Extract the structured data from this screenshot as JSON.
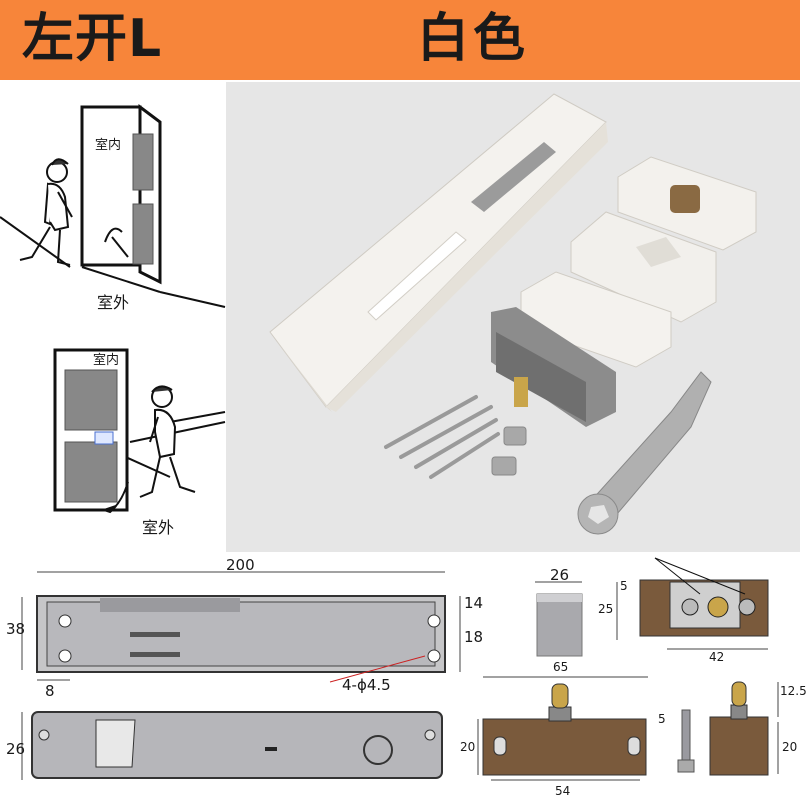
{
  "header": {
    "left_label": "左开L",
    "right_label": "白色"
  },
  "scene": {
    "top": {
      "indoor": "室内",
      "outdoor": "室外"
    },
    "bottom": {
      "indoor": "室内",
      "outdoor": "室外"
    }
  },
  "drawings": {
    "main_length": "200",
    "main_height": "38",
    "main_offset": "8",
    "hole_spacing_top": "14",
    "hole_spacing_bottom": "18",
    "hole_spec": "4-ϕ4.5",
    "main_depth": "26",
    "post_width": "26",
    "keeper_height": "25",
    "keeper_offset": "5",
    "keeper_width": "42",
    "bolt_length": "65",
    "bolt_side_gap": "5",
    "bolt_height": "20",
    "bolt_base": "54",
    "side_pin": "12.5",
    "side_height": "20"
  },
  "colors": {
    "header": "#f7853a",
    "photo_bg": "#e6e6e6",
    "lock_white": "#f4f2ee",
    "bracket_brown": "#7a5a3c",
    "metal": "#a9a9a9"
  }
}
